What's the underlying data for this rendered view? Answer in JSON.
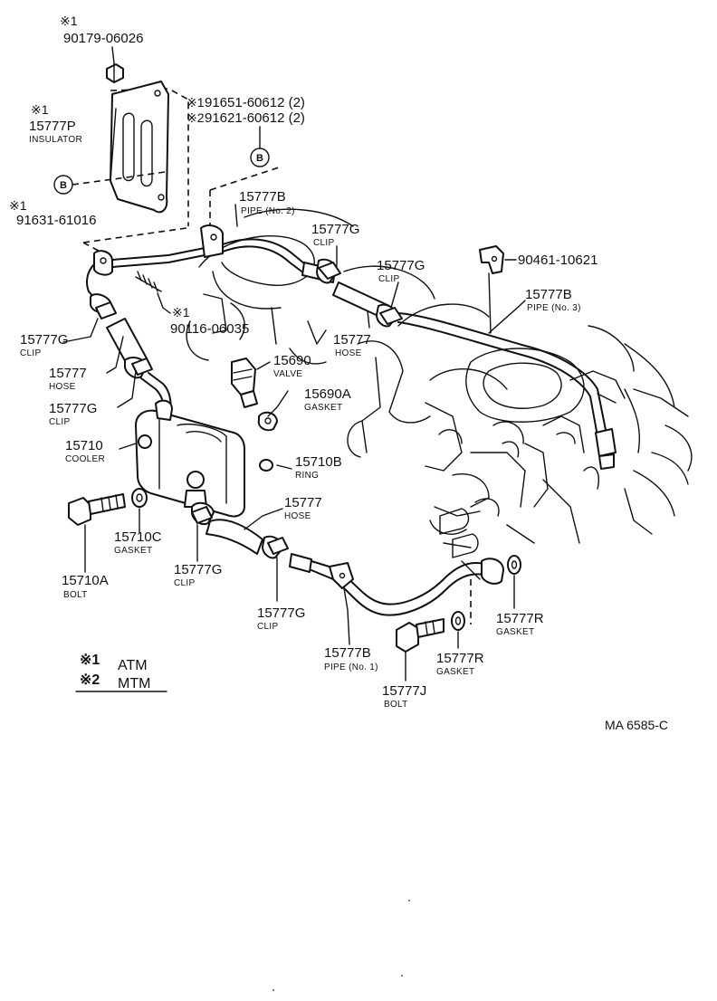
{
  "marks": {
    "star1": "※1",
    "star2": "※2",
    "b": "B"
  },
  "callouts": {
    "p90179": {
      "mark": "※1",
      "num": "90179-06026"
    },
    "insulator": {
      "mark": "※1",
      "num": "15777P",
      "name": "INSULATOR"
    },
    "p91631": {
      "mark": "※1",
      "num": "91631-61016"
    },
    "p91651": {
      "mark": "※1",
      "num": "91651-60612 (2)"
    },
    "p91621": {
      "mark": "※2",
      "num": "91621-60612 (2)"
    },
    "pipe2": {
      "num": "15777B",
      "name": "PIPE (No. 2)"
    },
    "clip_top": {
      "num": "15777G",
      "name": "CLIP"
    },
    "clip_mid": {
      "num": "15777G",
      "name": "CLIP"
    },
    "p90461": {
      "num": "90461-10621"
    },
    "pipe3": {
      "num": "15777B",
      "name": "PIPE (No. 3)"
    },
    "hose_top": {
      "num": "15777",
      "name": "HOSE"
    },
    "stud": {
      "mark": "※1",
      "num": "90116-06035"
    },
    "valve": {
      "num": "15690",
      "name": "VALVE"
    },
    "valve_gasket": {
      "num": "15690A",
      "name": "GASKET"
    },
    "ring": {
      "num": "15710B",
      "name": "RING"
    },
    "clip_l1": {
      "num": "15777G",
      "name": "CLIP"
    },
    "hose_l": {
      "num": "15777",
      "name": "HOSE"
    },
    "clip_l2": {
      "num": "15777G",
      "name": "CLIP"
    },
    "cooler": {
      "num": "15710",
      "name": "COOLER"
    },
    "hose_low": {
      "num": "15777",
      "name": "HOSE"
    },
    "cooler_gasket": {
      "num": "15710C",
      "name": "GASKET"
    },
    "cooler_bolt": {
      "num": "15710A",
      "name": "BOLT"
    },
    "clip_b1": {
      "num": "15777G",
      "name": "CLIP"
    },
    "clip_b2": {
      "num": "15777G",
      "name": "CLIP"
    },
    "pipe1": {
      "num": "15777B",
      "name": "PIPE (No. 1)"
    },
    "gasket_r1": {
      "num": "15777R",
      "name": "GASKET"
    },
    "gasket_r2": {
      "num": "15777R",
      "name": "GASKET"
    },
    "bolt_j": {
      "num": "15777J",
      "name": "BOLT"
    }
  },
  "legend": {
    "atm": {
      "mark": "※1",
      "text": "ATM"
    },
    "mtm": {
      "mark": "※2",
      "text": "MTM"
    }
  },
  "reference": "MA  6585-C"
}
